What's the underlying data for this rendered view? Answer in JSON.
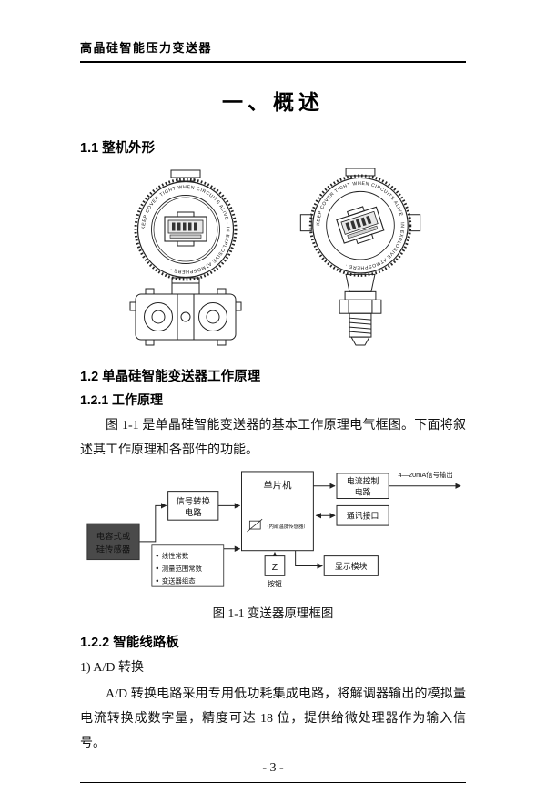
{
  "page": {
    "header_title": "高晶硅智能压力变送器",
    "main_title": "一、概述",
    "page_number": "- 3 -"
  },
  "sections": {
    "s1_1": {
      "heading": "1.1 整机外形"
    },
    "s1_2": {
      "heading": "1.2 单晶硅智能变送器工作原理"
    },
    "s1_2_1": {
      "heading": "1.2.1 工作原理",
      "paragraph": "图 1-1 是单晶硅智能变送器的基本工作原理电气框图。下面将叙述其工作原理和各部件的功能。"
    },
    "s1_2_2": {
      "heading": "1.2.2 智能线路板",
      "list_item": "1) A/D 转换",
      "paragraph": "A/D 转换电路采用专用低功耗集成电路，将解调器输出的模拟量电流转换成数字量，精度可达 18 位，提供给微处理器作为输入信号。"
    }
  },
  "figure": {
    "caption": "图 1-1  变送器原理框图"
  },
  "diagram": {
    "sensor_line1": "电容式或",
    "sensor_line2": "硅传感器",
    "signal_line1": "信号转换",
    "signal_line2": "电路",
    "mcu_label": "单片机",
    "internal_temp_label": "（内部温度传感器）",
    "current_line1": "电流控制",
    "current_line2": "电路",
    "output_label": "4—20mA信号输出",
    "comm_label": "通讯接口",
    "display_label": "显示模块",
    "z_label": "Z",
    "button_label": "按钮",
    "const_items": [
      "线性常数",
      "测量范围常数",
      "变送器组态"
    ]
  },
  "drawings": {
    "ring_text": "KEEP COVER TIGHT WHEN CIRCUITS ALIVE · IN EXPLOSIVE ATMOSPHERE ·",
    "colors": {
      "ink": "#222222",
      "lcd_fill": "#e8e8e8",
      "sensor_box_fill": "#4a4a4a"
    }
  }
}
